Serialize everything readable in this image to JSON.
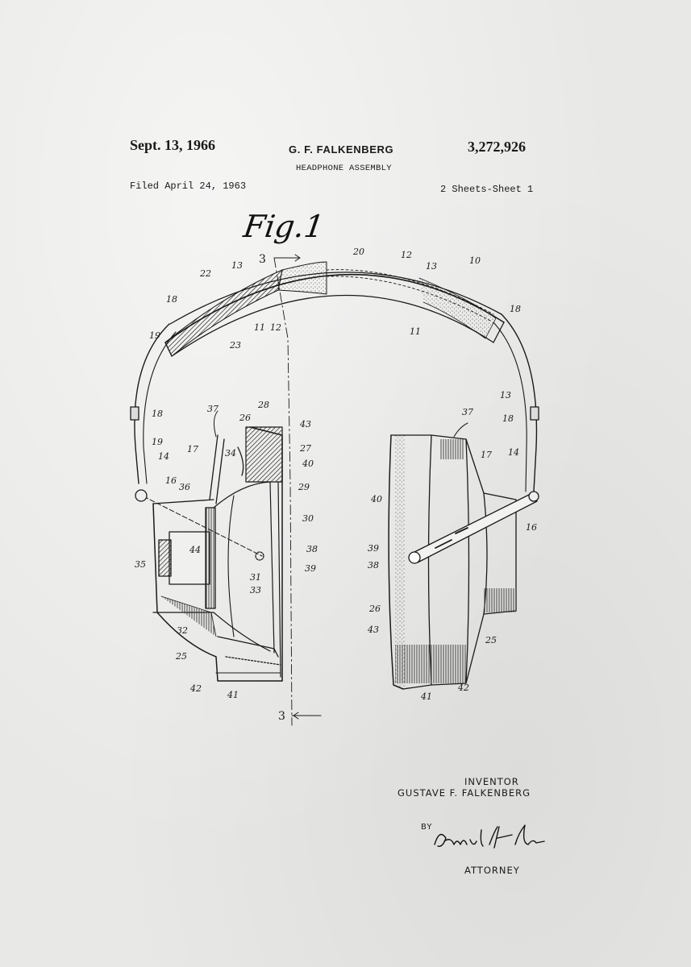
{
  "header": {
    "date": "Sept. 13, 1966",
    "inventor": "G. F. FALKENBERG",
    "patent_number": "3,272,926",
    "title": "HEADPHONE ASSEMBLY",
    "filed": "Filed April 24, 1963",
    "sheets": "2 Sheets-Sheet 1"
  },
  "figure": {
    "label": "Fig.1",
    "section_label_top": "3",
    "section_label_bottom": "3",
    "refs": {
      "r10": "10",
      "r20": "20",
      "r12a": "12",
      "r13a": "13",
      "r22": "22",
      "r13b": "13",
      "r18a": "18",
      "r19a": "19",
      "r11a": "11",
      "r12b": "12",
      "r23": "23",
      "r11b": "11",
      "r18b": "18",
      "r13c": "13",
      "r18c": "18",
      "r14a": "14",
      "r18d": "18",
      "r19b": "19",
      "r14b": "14",
      "r17a": "17",
      "r16a": "16",
      "r36": "36",
      "r37a": "37",
      "r26a": "26",
      "r28": "28",
      "r43a": "43",
      "r34": "34",
      "r27": "27",
      "r40a": "40",
      "r29": "29",
      "r30": "30",
      "r44": "44",
      "r38a": "38",
      "r39a": "39",
      "r35": "35",
      "r31": "31",
      "r33": "33",
      "r32": "32",
      "r25a": "25",
      "r42a": "42",
      "r41a": "41",
      "r37b": "37",
      "r17b": "17",
      "r40b": "40",
      "r16b": "16",
      "r39b": "39",
      "r38b": "38",
      "r26b": "26",
      "r43b": "43",
      "r25b": "25",
      "r41b": "41",
      "r42b": "42"
    }
  },
  "footer": {
    "inventor_label": "INVENTOR",
    "inventor_name": "GUSTAVE F. FALKENBERG",
    "by": "BY",
    "attorney_label": "ATTORNEY"
  },
  "colors": {
    "paper": "#e8e8e6",
    "ink": "#1a1a1a"
  }
}
